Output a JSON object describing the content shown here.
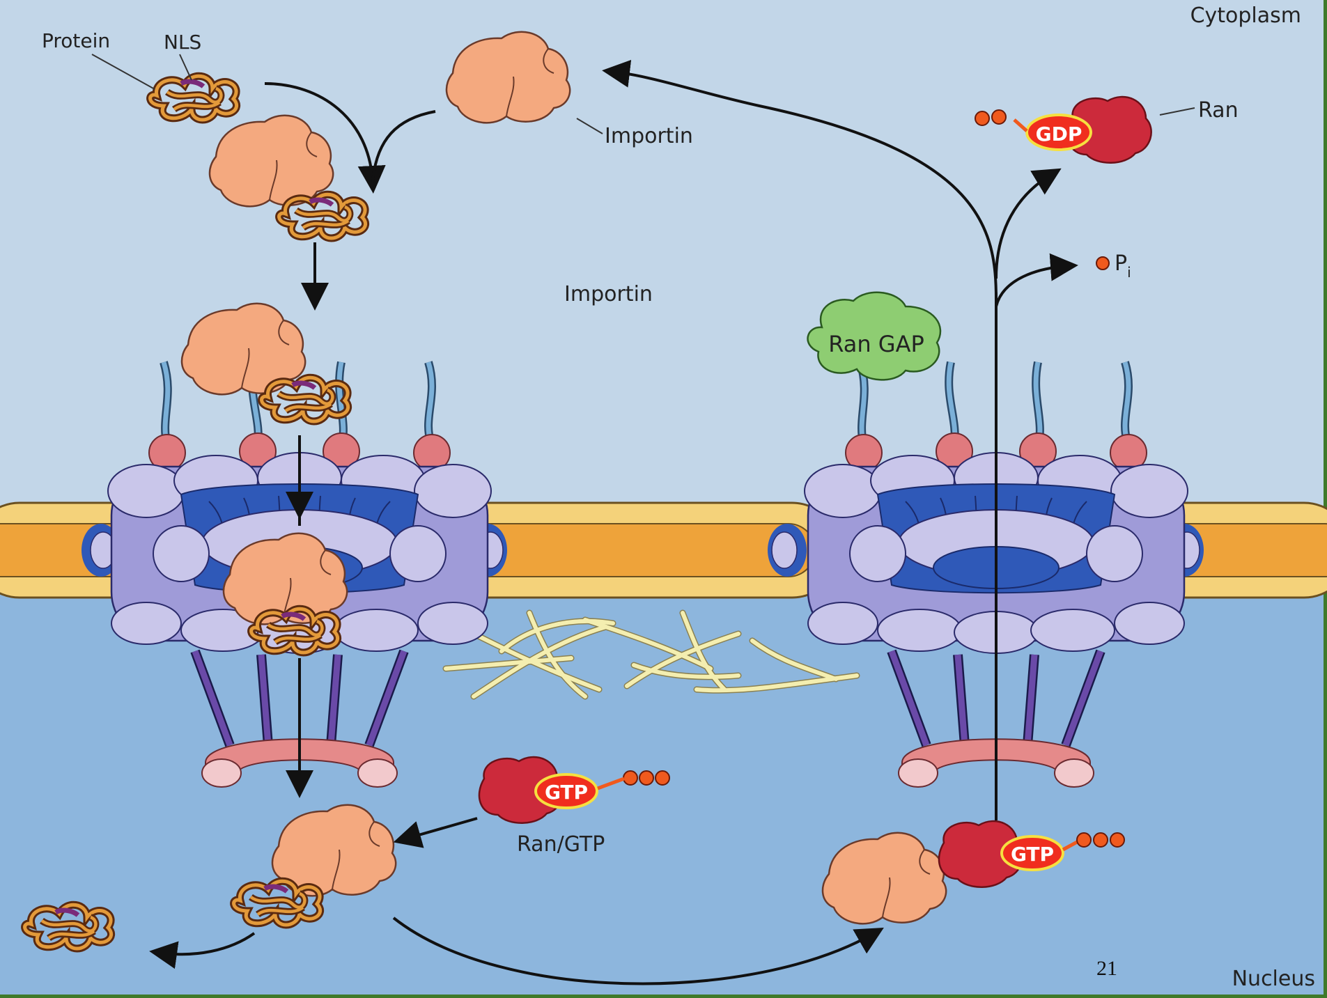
{
  "labels": {
    "cytoplasm": "Cytoplasm",
    "nucleus": "Nucleus",
    "protein": "Protein",
    "nls": "NLS",
    "importin_top": "Importin",
    "importin_mid": "Importin",
    "ran": "Ran",
    "gdp": "GDP",
    "pi_main": "P",
    "pi_sub": "i",
    "ran_gap": "Ran GAP",
    "gtp_left": "GTP",
    "ran_gtp": "Ran/GTP",
    "gtp_right": "GTP",
    "page_number": "21"
  },
  "colors": {
    "cytoplasm": "#c2d6e8",
    "nucleus": "#8db6dd",
    "importin": "#f4a97f",
    "ran": "#cc2a3b",
    "gtp_badge": "#f02d1e",
    "ran_gap": "#8ecd72",
    "membrane_outer": "#f4d27a",
    "membrane_inner": "#eea33a",
    "pore_light": "#c9c6ea",
    "pore_mid": "#9f9bd8",
    "pore_dark": "#2f59b8",
    "fibril": "#7bb0d8",
    "fibril_head": "#e07a7e",
    "lamina": "#f4eeb0",
    "basket": "#6a4aa8",
    "basket_ring": "#e58a8a",
    "border": "#3f7a2a"
  }
}
